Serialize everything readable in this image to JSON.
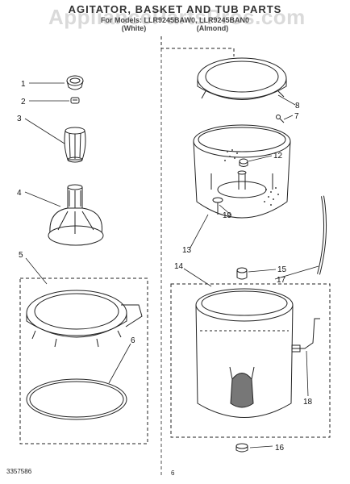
{
  "header": {
    "title": "AGITATOR, BASKET AND TUB PARTS",
    "models_line": "For Models: LLR9245BAW0, LLR9245BAN0",
    "color_white": "(White)",
    "color_almond": "(Almond)"
  },
  "watermark": "AppliancePartsPros.com",
  "footer": {
    "part_number": "3357586",
    "page_number": "6"
  },
  "callouts": [
    "1",
    "2",
    "3",
    "4",
    "5",
    "6",
    "7",
    "8",
    "12",
    "13",
    "14",
    "15",
    "16",
    "17",
    "18",
    "19"
  ],
  "colors": {
    "line": "#222222",
    "watermark": "#bdbdbd"
  }
}
